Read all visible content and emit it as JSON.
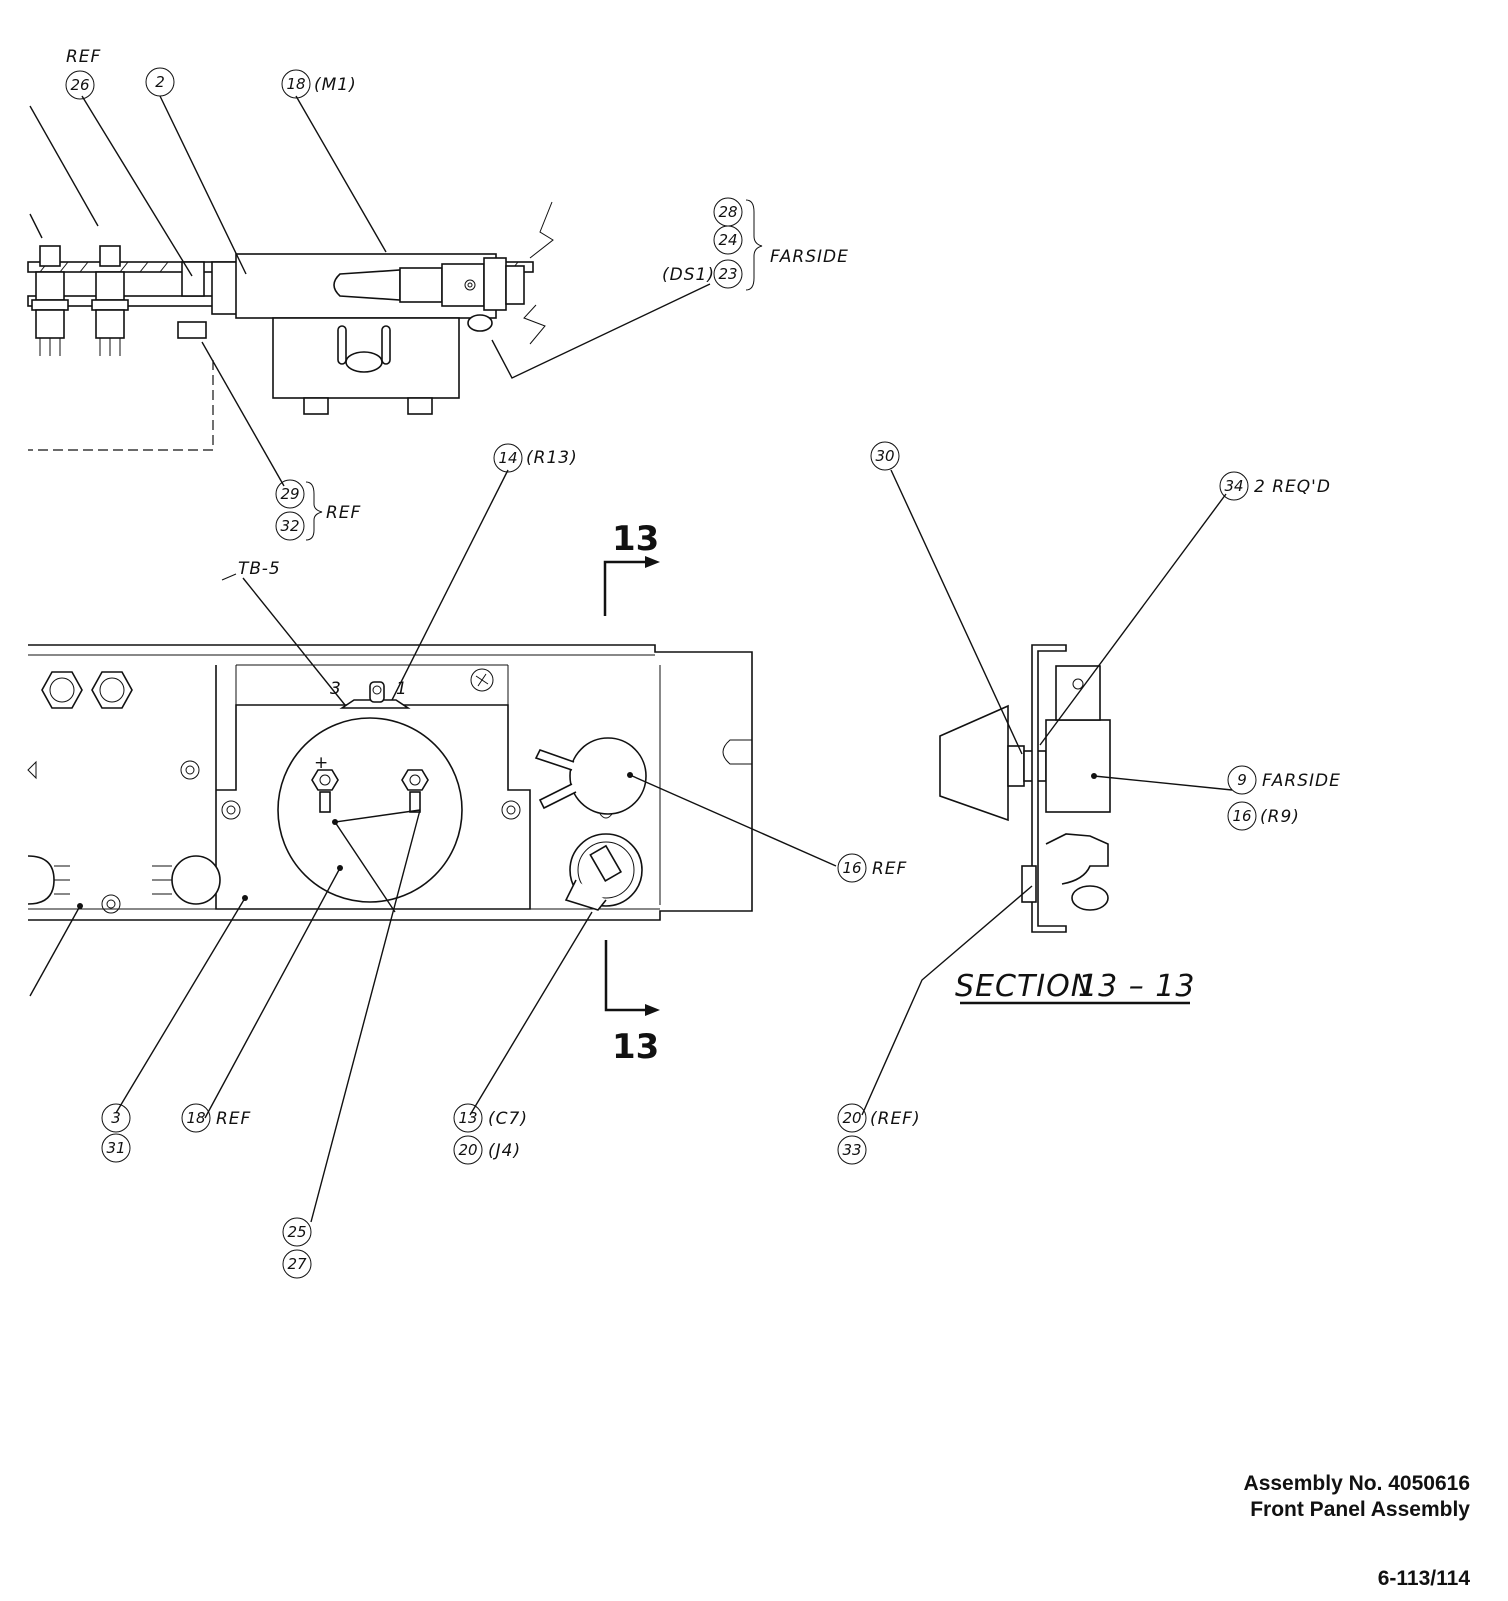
{
  "callouts": {
    "c26": "26",
    "c2": "2",
    "c18": "18",
    "c28": "28",
    "c24": "24",
    "c23": "23",
    "c29": "29",
    "c32": "32",
    "c14": "14",
    "c30": "30",
    "c34": "34",
    "c9": "9",
    "c16a": "16",
    "c16b": "16",
    "c3": "3",
    "c31": "31",
    "c18b": "18",
    "c13": "13",
    "c20a": "20",
    "c25": "25",
    "c27": "27",
    "c20b": "20",
    "c33": "33"
  },
  "notes": {
    "ref_top": "REF",
    "m1": "(M1)",
    "farside_top": "FARSIDE",
    "ds1": "(DS1)",
    "ref_29_32": "REF",
    "r13": "(R13)",
    "tb5": "TB-5",
    "term_3": "3",
    "term_1": "1",
    "plus": "+",
    "two_reqd": "2 REQ'D",
    "farside_9": "FARSIDE",
    "r9": "(R9)",
    "ref_16": "REF",
    "ref_18": "REF",
    "c7": "(C7)",
    "j4": "(J4)",
    "ref_20": "(REF)"
  },
  "section": {
    "mark_top": "13",
    "mark_bottom": "13",
    "title_prefix": "SECTION",
    "title_mark": "13 – 13"
  },
  "title_block": {
    "assembly_no": "Assembly No. 4050616",
    "assembly_name": "Front Panel Assembly",
    "page_number": "6-113/114"
  }
}
